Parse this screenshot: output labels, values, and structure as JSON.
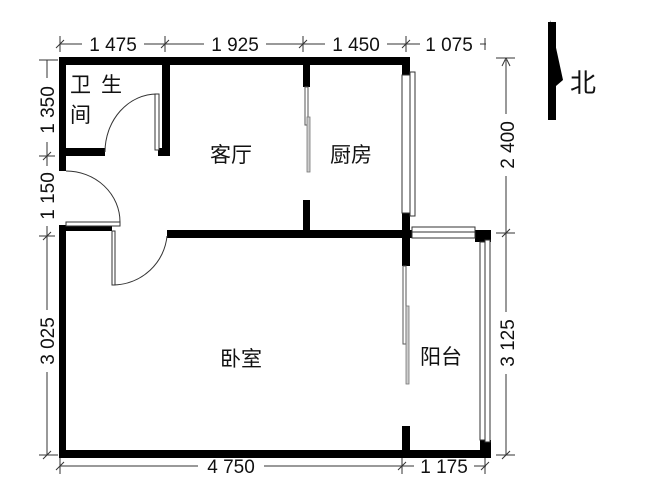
{
  "floorplan": {
    "north_label": "北",
    "rooms": [
      {
        "name": "卫生",
        "name_line2": "间",
        "id": "bathroom"
      },
      {
        "name": "客厅",
        "id": "living-room"
      },
      {
        "name": "厨房",
        "id": "kitchen"
      },
      {
        "name": "卧室",
        "id": "bedroom"
      },
      {
        "name": "阳台",
        "id": "balcony"
      }
    ],
    "dimensions": {
      "top": [
        "1 475",
        "1 925",
        "1 450",
        "1 075"
      ],
      "bottom": [
        "4 750",
        "1 175"
      ],
      "left": [
        "1 350",
        "1 150",
        "3 025"
      ],
      "right": [
        "2 400",
        "3 125"
      ]
    }
  }
}
